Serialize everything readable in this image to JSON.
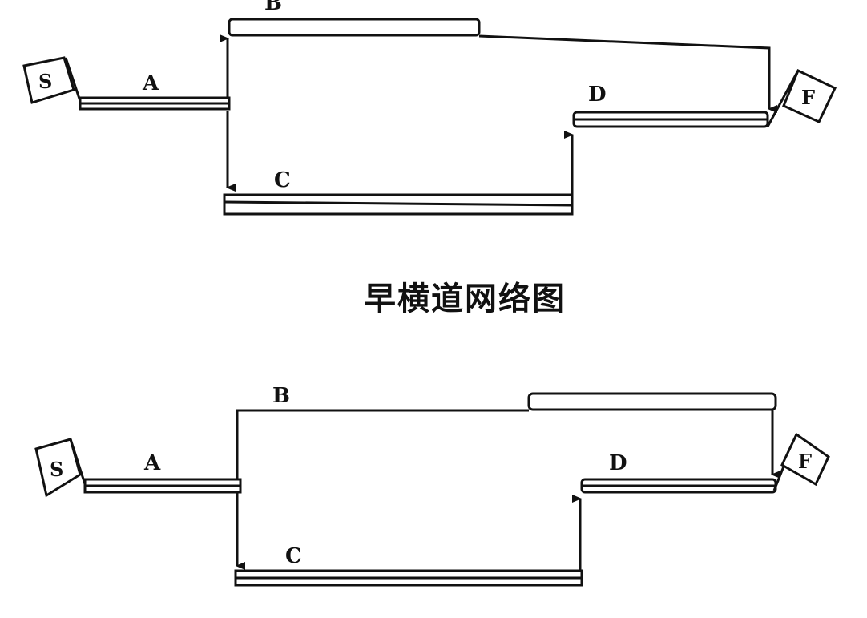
{
  "caption": "早横道网络图",
  "diagram1": {
    "start": "S",
    "finish": "F",
    "tasks": {
      "a": "A",
      "b": "B",
      "c": "C",
      "d": "D"
    }
  },
  "diagram2": {
    "start": "S",
    "finish": "F",
    "tasks": {
      "a": "A",
      "b": "B",
      "c": "C",
      "d": "D"
    }
  }
}
